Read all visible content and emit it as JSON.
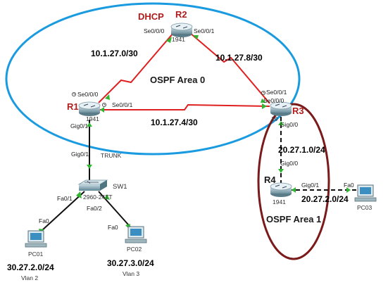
{
  "areas": {
    "area0": {
      "label": "OSPF Area 0",
      "color": "#1a9be0"
    },
    "area1": {
      "label": "OSPF Area 1",
      "color": "#7a1a1a"
    }
  },
  "routers": {
    "r1": {
      "name": "R1",
      "model": "1941"
    },
    "r2": {
      "name": "R2",
      "model": "1941",
      "role": "DHCP"
    },
    "r3": {
      "name": "R3",
      "model": "19"
    },
    "r4": {
      "name": "R4",
      "model": "1941"
    }
  },
  "switch": {
    "name": "SW1",
    "model": "2960-24TT"
  },
  "pcs": {
    "pc01": {
      "name": "PC01",
      "network": "30.27.2.0/24",
      "vlan": "Vlan 2"
    },
    "pc02": {
      "name": "PC02",
      "network": "30.27.3.0/24",
      "vlan": "Vlan 3"
    },
    "pc03": {
      "name": "PC03",
      "network": "20.27.2.0/24"
    }
  },
  "links": {
    "r1_r2": "10.1.27.0/30",
    "r2_r3": "10.1.27.8/30",
    "r1_r3": "10.1.27.4/30",
    "r3_r4": "20.27.1.0/24",
    "trunk": "TRUNK"
  },
  "ports": {
    "r2_left": "Se0/0/0",
    "r2_right": "Se0/0/1",
    "r1_se000": "Se0/0/0",
    "r1_se001": "Se0/0/1",
    "r1_gig": "Gig0/1",
    "sw_gig": "Gig0/1",
    "sw_fa01": "Fa0/1",
    "sw_fa02": "Fa0/2",
    "pc01_fa": "Fa0",
    "pc02_fa": "Fa0",
    "r3_se001": "Se0/0/1",
    "r3_se000": "Se0/0/0",
    "r3_gig": "Gig0/0",
    "r4_gig00": "Gig0/0",
    "r4_gig01": "Gig0/1",
    "pc03_fa": "Fa0"
  },
  "colors": {
    "serial": "#e02020",
    "ethernet": "#111111",
    "up": "#2fb52f"
  }
}
